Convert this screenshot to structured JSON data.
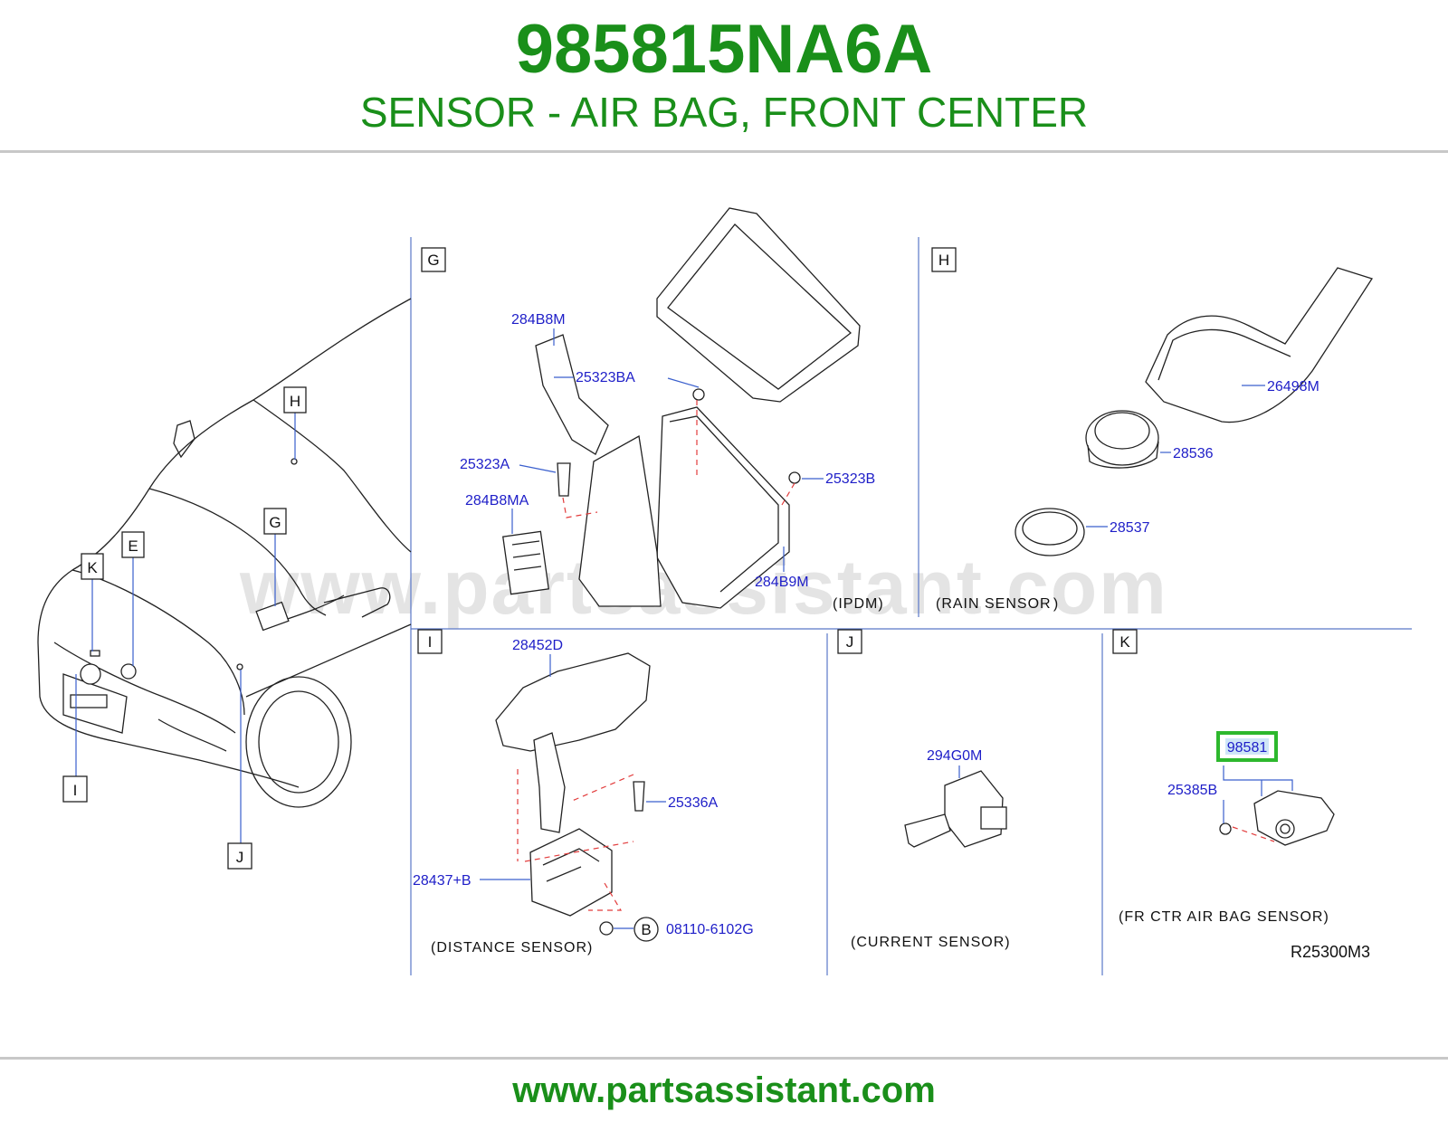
{
  "header": {
    "part_number": "985815NA6A",
    "description": "SENSOR - AIR BAG, FRONT CENTER"
  },
  "footer": {
    "url": "www.partsassistant.com"
  },
  "watermark": "www.partsassistant.com",
  "colors": {
    "brand_green": "#1a8f1a",
    "label_blue": "#1e1ec8",
    "highlight": "#2db82d"
  },
  "overview": {
    "callouts": [
      "H",
      "G",
      "E",
      "K",
      "I",
      "J"
    ]
  },
  "sections": {
    "G": {
      "letter": "G",
      "caption": "(IPDM)",
      "parts": [
        "284B8M",
        "25323BA",
        "25323A",
        "25323B",
        "284B8MA",
        "284B9M"
      ]
    },
    "H": {
      "letter": "H",
      "caption": "(RAIN SENSOR )",
      "parts": [
        "26498M",
        "28536",
        "28537"
      ]
    },
    "I": {
      "letter": "I",
      "caption": "(DISTANCE SENSOR)",
      "parts": [
        "28452D",
        "25336A",
        "28437+B",
        "08110-6102G"
      ],
      "ref_letter": "B"
    },
    "J": {
      "letter": "J",
      "caption": "(CURRENT SENSOR)",
      "parts": [
        "294G0M"
      ]
    },
    "K": {
      "letter": "K",
      "caption": "(FR CTR AIR BAG SENSOR)",
      "parts": [
        "98581",
        "25385B"
      ]
    }
  },
  "diagram_code": "R25300M3"
}
